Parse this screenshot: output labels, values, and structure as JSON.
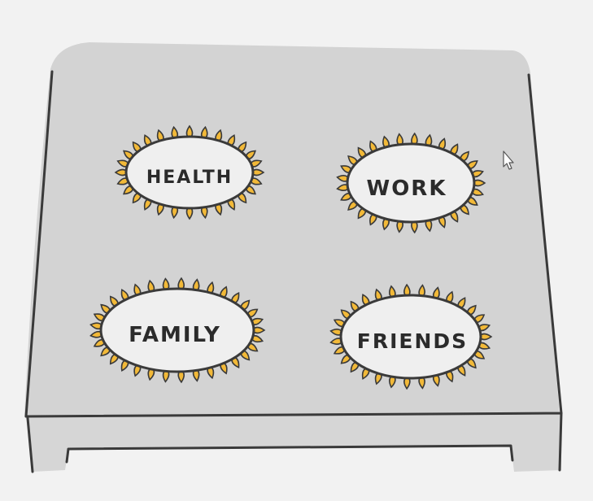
{
  "burners": [
    {
      "id": "health",
      "label": "HEALTH"
    },
    {
      "id": "work",
      "label": "WORK"
    },
    {
      "id": "family",
      "label": "FAMILY"
    },
    {
      "id": "friends",
      "label": "FRIENDS"
    }
  ],
  "colors": {
    "background": "#f2f2f2",
    "stove_top": "#d3d3d3",
    "stove_front": "#d6d6d6",
    "outline": "#3a3a3a",
    "flame": "#f2b938",
    "burner_inner": "#efefef"
  },
  "icons": {
    "cursor": "mouse-pointer-icon"
  }
}
